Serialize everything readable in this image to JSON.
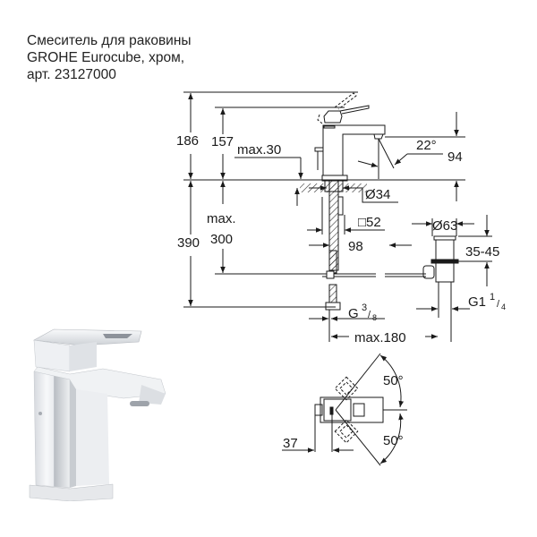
{
  "product": {
    "title_lines": [
      "Смеситель для раковины",
      "GROHE Eurocube, хром,",
      "арт. 23127000"
    ]
  },
  "dimensions": {
    "total_height": "186",
    "spout_height": "157",
    "deck_thickness": "max.30",
    "install_depth_label_1": "max.",
    "install_depth_label_2": "300",
    "total_depth": "390",
    "spray_angle": "22°",
    "spout_outlet_height": "94",
    "hole_diameter": "Ø34",
    "base_square": "□52",
    "reach": "98",
    "popup_diameter": "Ø63",
    "popup_range": "35-45",
    "waste_thread_main": "G1",
    "waste_thread_num": "1",
    "waste_thread_den": "4",
    "supply_thread_main": "G",
    "supply_thread_num": "3",
    "supply_thread_den": "8",
    "max_waste_distance": "max.180",
    "handle_rotation_upper": "50°",
    "handle_rotation_lower": "50°",
    "handle_offset": "37"
  },
  "colors": {
    "line": "#1a1a1a",
    "chrome_light": "#f4f5f7",
    "chrome_mid": "#d8dbe0",
    "chrome_dark": "#a9aeb5"
  }
}
